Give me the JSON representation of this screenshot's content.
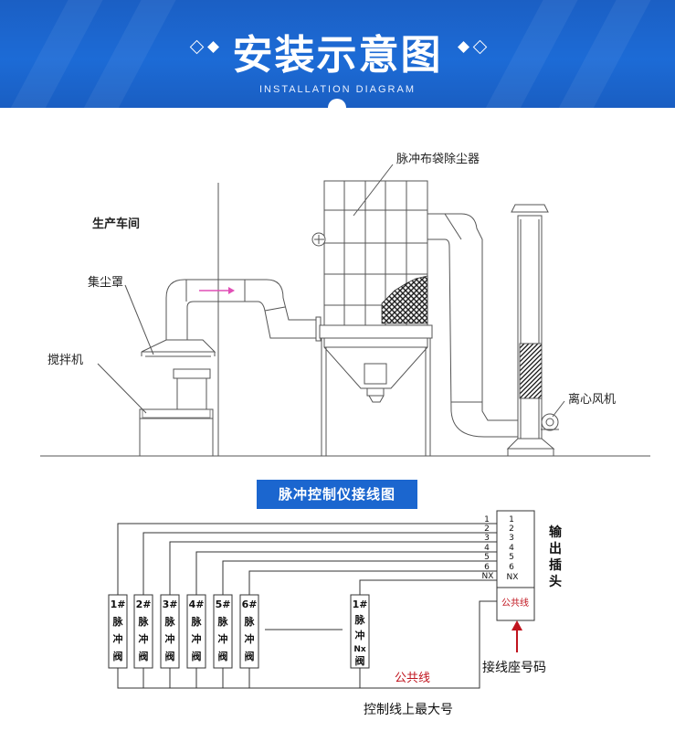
{
  "header": {
    "title": "安装示意图",
    "subtitle": "INSTALLATION DIAGRAM"
  },
  "upper_diagram": {
    "label_workshop": "生产车间",
    "label_hood": "集尘罩",
    "label_mixer": "搅拌机",
    "label_baghouse": "脉冲布袋除尘器",
    "label_fan": "离心风机"
  },
  "lower_diagram": {
    "title": "脉冲控制仪接线图",
    "valves": [
      {
        "num": "1#",
        "c1": "脉",
        "c2": "冲",
        "c3": "阀"
      },
      {
        "num": "2#",
        "c1": "脉",
        "c2": "冲",
        "c3": "阀"
      },
      {
        "num": "3#",
        "c1": "脉",
        "c2": "冲",
        "c3": "阀"
      },
      {
        "num": "4#",
        "c1": "脉",
        "c2": "冲",
        "c3": "阀"
      },
      {
        "num": "5#",
        "c1": "脉",
        "c2": "冲",
        "c3": "阀"
      },
      {
        "num": "6#",
        "c1": "脉",
        "c2": "冲",
        "c3": "阀"
      },
      {
        "num": "1#",
        "c1": "脉",
        "c2": "冲",
        "c3": "阀",
        "nx": "Nx"
      }
    ],
    "wire_labels": [
      "1",
      "2",
      "3",
      "4",
      "5",
      "6",
      "NX"
    ],
    "terminal_labels": [
      "1",
      "2",
      "3",
      "4",
      "5",
      "6",
      "NX"
    ],
    "terminal_common": "公共线",
    "output_plug": [
      "输",
      "出",
      "插",
      "头"
    ],
    "common_wire": "公共线",
    "socket_code": "接线座号码",
    "max_number": "控制线上最大号"
  },
  "colors": {
    "banner": "#1b64cc",
    "accent_red": "#c0141e",
    "line": "#333333"
  }
}
